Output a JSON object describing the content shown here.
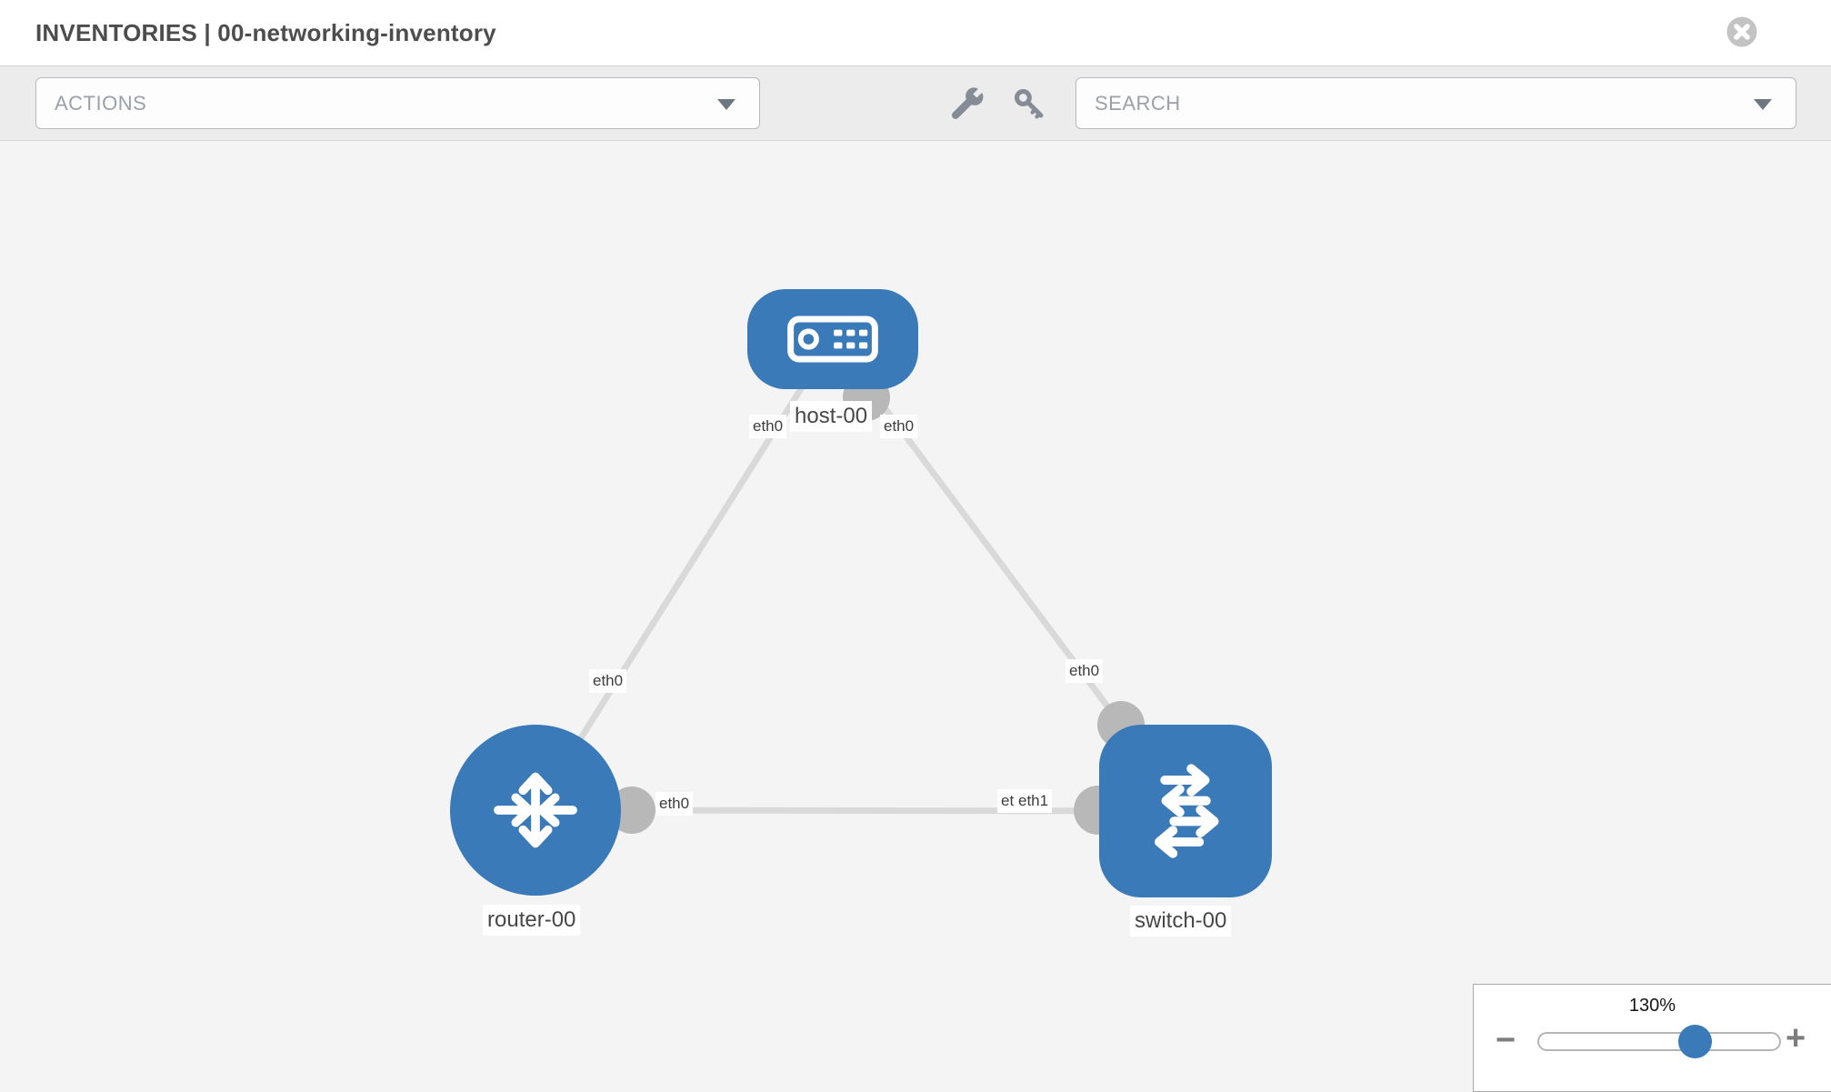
{
  "header": {
    "title": "INVENTORIES | 00-networking-inventory"
  },
  "toolbar": {
    "actions": {
      "placeholder": "ACTIONS"
    },
    "search": {
      "placeholder": "SEARCH"
    },
    "icons": [
      "wrench-icon",
      "key-icon"
    ]
  },
  "topology": {
    "nodes": [
      {
        "name": "host-00",
        "type": "host"
      },
      {
        "name": "router-00",
        "type": "router"
      },
      {
        "name": "switch-00",
        "type": "switch"
      }
    ],
    "links": [
      {
        "from": "host-00",
        "to": "router-00",
        "from_interface": "eth0",
        "to_interface": "eth0"
      },
      {
        "from": "host-00",
        "to": "switch-00",
        "from_interface": "eth0",
        "to_interface": "eth0"
      },
      {
        "from": "router-00",
        "to": "switch-00",
        "from_interface": "eth0",
        "to_interface": "eth1"
      }
    ],
    "labels": {
      "host": "host-00",
      "router": "router-00",
      "switch": "switch-00",
      "eth_host_left": "eth0",
      "eth_host_right": "eth0",
      "eth_router_top": "eth0",
      "eth_switch_top": "eth0",
      "eth_router_right": "eth0",
      "eth_switch_left_under": "eth0",
      "eth_switch_left_over": "eth1"
    }
  },
  "zoom_widget": {
    "level": "130%",
    "value": 130,
    "decrease": "−",
    "increase": "+"
  },
  "colors": {
    "node_blue": "#3a7ab8",
    "edge_gray": "#d9d9d9",
    "endpoint_gray": "#b8b8b8",
    "toolbar_bg": "#ececec",
    "canvas_bg": "#f4f4f4"
  }
}
